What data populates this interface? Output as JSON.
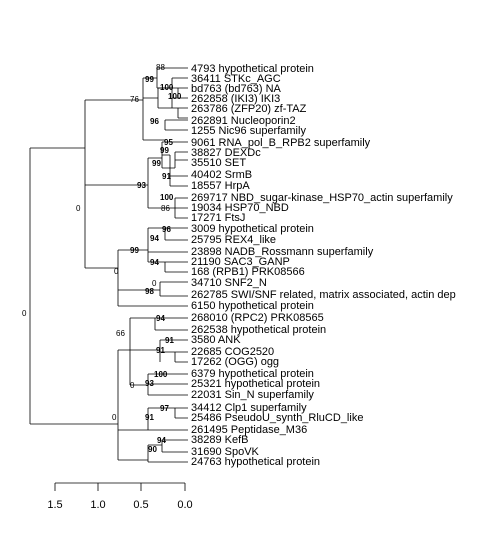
{
  "tree": {
    "leaves": [
      "4793 hypothetical protein",
      "36411 STKc_AGC",
      "bd763 (bd763) NA",
      "262858 (IKI3) IKI3",
      "263786 (ZFP20) zf-TAZ",
      "262891 Nucleoporin2",
      "1255 Nic96 superfamily",
      "9061 RNA_pol_B_RPB2 superfamily",
      "38827 DEXDc",
      "35510 SET",
      "40402 SrmB",
      "18557 HrpA",
      "269717 NBD_sugar-kinase_HSP70_actin superfamily",
      "19034 HSP70_NBD",
      "17271 FtsJ",
      "3009 hypothetical protein",
      "25795 REX4_like",
      "23898 NADB_Rossmann superfamily",
      "21190 SAC3_GANP",
      "168 (RPB1) PRK08566",
      "34710 SNF2_N",
      "262785 SWI/SNF related, matrix associated, actin dep",
      "6150 hypothetical protein",
      "268010 (RPC2) PRK08565",
      "262538 hypothetical protein",
      "3580 ANK",
      "22685 COG2520",
      "17262 (OGG) ogg",
      "6379 hypothetical protein",
      "25321 hypothetical protein",
      "22031 Sin_N superfamily",
      "34412 Clp1 superfamily",
      "25486 PseudoU_synth_RluCD_like",
      "261495 Peptidase_M36",
      "38289 KefB",
      "31690 SpoVK",
      "24763 hypothetical protein"
    ],
    "scale_ticks": [
      "1.5",
      "1.0",
      "0.5",
      "0.0"
    ],
    "bootstrap": {
      "root": "0",
      "upper": "0",
      "g76": "76",
      "g88": "88",
      "g99a": "99",
      "g100a": "100",
      "g100b": "100",
      "g96a": "96",
      "g93a": "93",
      "g95": "95",
      "g99b": "99",
      "g99c": "99",
      "g91a": "91",
      "g100c": "100",
      "g86": "86",
      "upper2": "0",
      "g99d": "99",
      "g96b": "96",
      "g94a": "94",
      "g94b": "94",
      "g98": "98",
      "g0c": "0",
      "lower": "0",
      "g66": "66",
      "g94c": "94",
      "g91b": "91",
      "g91c": "91",
      "g0d": "0",
      "g100d": "100",
      "g93b": "93",
      "g91d": "91",
      "g97": "97",
      "g90": "90",
      "g94d": "94"
    }
  }
}
